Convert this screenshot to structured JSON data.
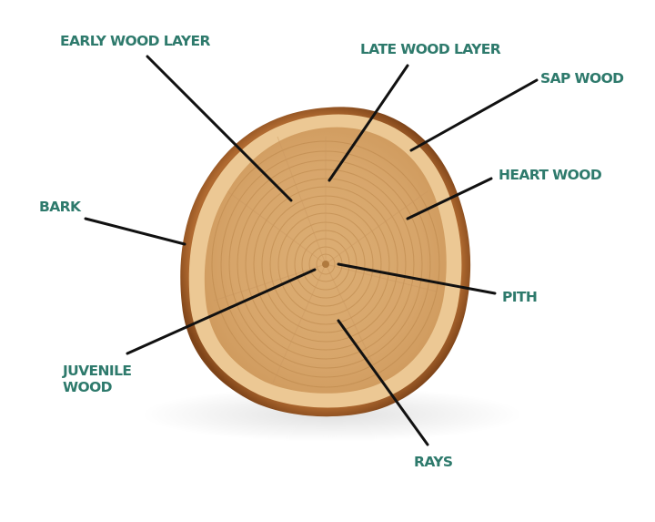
{
  "labels": {
    "early_wood_layer": "EARLY WOOD LAYER",
    "late_wood_layer": "LATE WOOD LAYER",
    "sap_wood": "SAP WOOD",
    "heart_wood": "HEART WOOD",
    "bark": "BARK",
    "pith": "PITH",
    "juvenile_wood_line1": "JUVENILE",
    "juvenile_wood_line2": "WOOD",
    "rays": "RAYS"
  },
  "colors": {
    "label_text": "#2e7a6c",
    "leader_line": "#111111",
    "bark": "#9a5a28",
    "sapwood": "#ecc894",
    "heartwood": "#d9a86c",
    "ring": "#b98549"
  }
}
